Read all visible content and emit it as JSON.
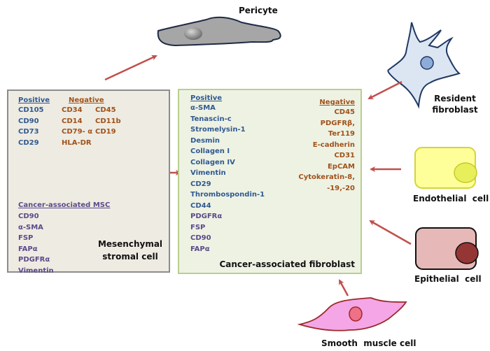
{
  "colors": {
    "arrow": "#c0504d",
    "positive_marker": "#2f5a91",
    "negative_marker": "#a0521a",
    "msc_marker": "#5b4a8a"
  },
  "cells": {
    "pericyte": {
      "label": "Pericyte"
    },
    "resident_fibroblast": {
      "label_line1": "Resident",
      "label_line2": "fibroblast"
    },
    "endothelial": {
      "label": "Endothelial  cell"
    },
    "epithelial": {
      "label": "Epithelial  cell"
    },
    "smooth_muscle": {
      "label": "Smooth  muscle cell"
    }
  },
  "msc_box": {
    "positive_header": "Positive",
    "positive": [
      "CD105",
      "CD90",
      "CD73",
      "CD29"
    ],
    "negative_header": "Negative",
    "negative_col1": [
      "CD34",
      "CD14",
      "CD79- α",
      "HLA-DR"
    ],
    "negative_col2": [
      "CD45",
      "CD11b",
      "CD19"
    ],
    "cancer_msc_header": "Cancer-associated MSC",
    "cancer_msc": [
      "CD90",
      "α-SMA",
      "FSP",
      "FAPα",
      "PDGFRα",
      "Vimentin"
    ],
    "title_line1": "Mesenchymal",
    "title_line2": "stromal cell"
  },
  "caf_box": {
    "positive_header": "Positive",
    "positive_blue": [
      "α-SMA",
      "Tenascin-c",
      "Stromelysin-1",
      "Desmin",
      "Collagen I",
      "Collagen IV",
      "Vimentin",
      "CD29",
      "Thrombospondin-1",
      "CD44"
    ],
    "positive_purple": [
      "PDGFRα",
      "FSP",
      "CD90",
      "FAPα"
    ],
    "negative_header": "Negative",
    "negative": [
      "CD45",
      "PDGFRβ,",
      "Ter119",
      "E-cadherin",
      "CD31",
      "EpCAM",
      "Cytokeratin-8,",
      "-19,-20"
    ],
    "title": "Cancer-associated fibroblast"
  }
}
